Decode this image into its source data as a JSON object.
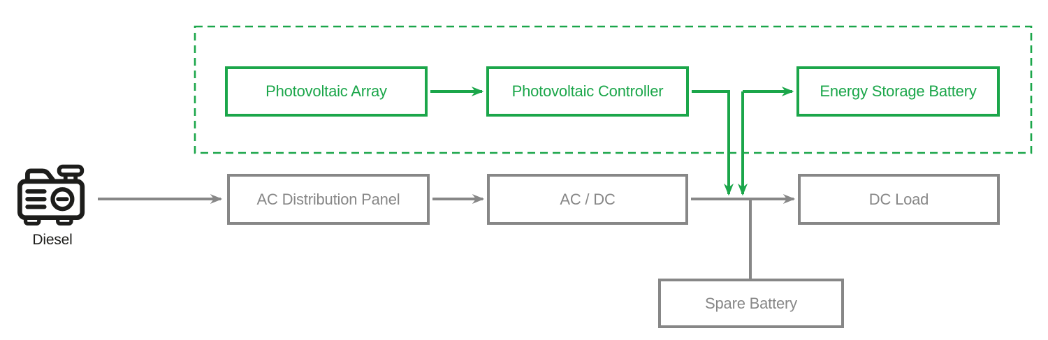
{
  "diagram": {
    "colors": {
      "green": "#1ba64a",
      "gray": "#878787",
      "ink": "#1d1d1b",
      "background": "#ffffff"
    },
    "pv_group": {
      "array_label": "Photovoltaic Array",
      "controller_label": "Photovoltaic Controller",
      "storage_battery_label": "Energy Storage Battery"
    },
    "main_row": {
      "diesel_label": "Diesel",
      "ac_panel_label": "AC Distribution Panel",
      "ac_dc_label": "AC / DC",
      "dc_load_label": "DC Load"
    },
    "spare_battery_label": "Spare Battery",
    "edges": [
      {
        "from": "Diesel",
        "to": "AC Distribution Panel",
        "color": "gray",
        "arrow": "right"
      },
      {
        "from": "AC Distribution Panel",
        "to": "AC / DC",
        "color": "gray",
        "arrow": "right"
      },
      {
        "from": "AC / DC",
        "to": "DC Load",
        "color": "gray",
        "arrow": "right"
      },
      {
        "from": "Photovoltaic Array",
        "to": "Photovoltaic Controller",
        "color": "green",
        "arrow": "right"
      },
      {
        "from": "Photovoltaic Controller",
        "to": "DC bus",
        "color": "green",
        "arrow": "down"
      },
      {
        "from": "DC bus",
        "to": "Energy Storage Battery",
        "color": "green",
        "arrow": "down-into-bus and right-into-battery"
      },
      {
        "from": "DC bus",
        "to": "Spare Battery",
        "color": "gray",
        "arrow": "none"
      }
    ]
  }
}
